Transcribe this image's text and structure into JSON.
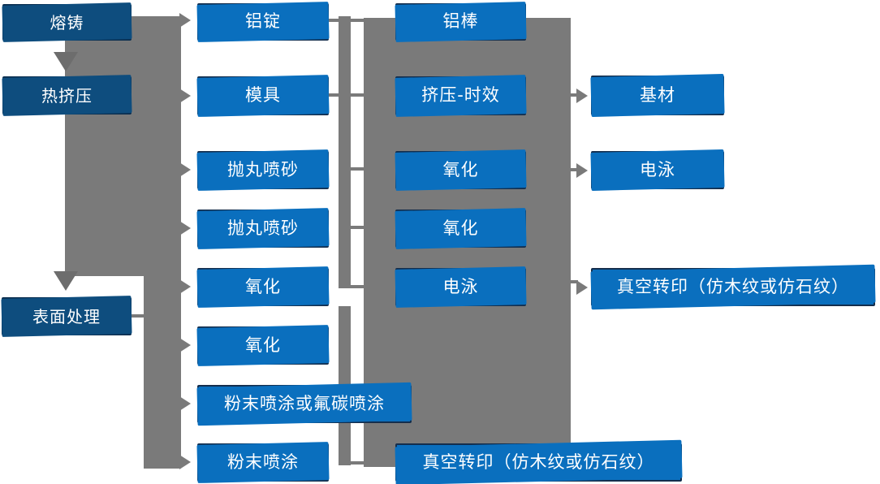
{
  "colors": {
    "box_blue": "#0a6fbe",
    "box_blue_border": "#142e4d",
    "box_navy": "#0e4d7e",
    "box_navy_border": "#0b2e4f",
    "connector_gray": "#7a7a7a",
    "arrow_dark_gray": "#6d6d6d",
    "text_white": "#ffffff"
  },
  "diagram": {
    "stage_column": [
      {
        "label": "熔铸"
      },
      {
        "label": "热挤压"
      },
      {
        "label": "表面处理"
      }
    ],
    "process_column": [
      {
        "label": "铝锭"
      },
      {
        "label": "模具"
      },
      {
        "label": "抛丸喷砂"
      },
      {
        "label": "抛丸喷砂"
      },
      {
        "label": "氧化"
      },
      {
        "label": "氧化"
      },
      {
        "label": "粉末喷涂或氟碳喷涂"
      },
      {
        "label": "粉末喷涂"
      }
    ],
    "secondary_column": [
      {
        "label": "铝棒"
      },
      {
        "label": "挤压-时效"
      },
      {
        "label": "氧化"
      },
      {
        "label": "氧化"
      },
      {
        "label": "电泳"
      },
      {
        "label": "真空转印（仿木纹或仿石纹）"
      }
    ],
    "output_column": [
      {
        "label": "基材"
      },
      {
        "label": "电泳"
      },
      {
        "label": "真空转印（仿木纹或仿石纹）"
      }
    ]
  }
}
